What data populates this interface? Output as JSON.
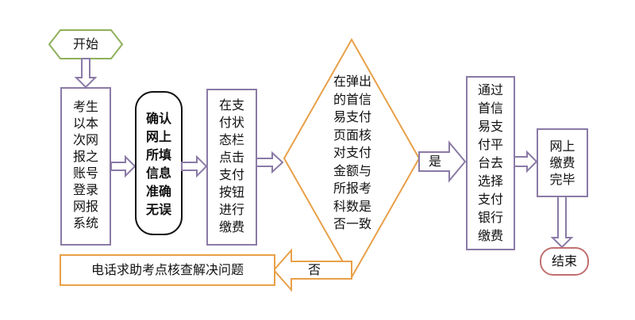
{
  "nodes": {
    "start": "开始",
    "login": "考生\n以本\n次网\n报之\n账号\n登录\n网报\n系统",
    "confirm": "确认\n网上\n所填\n信息\n准确\n无误",
    "pay_button": "在支\n付状\n态栏\n点击\n支付\n按钮\n进行\n缴费",
    "check": "在弹出\n的首信\n易支付\n页面核\n对支付\n金额与\n所报考\n科数是\n否一致",
    "bank": "通过\n首信\n易支\n付平\n台去\n选择\n支付\n银行\n缴费",
    "done": "网上\n缴费\n完毕",
    "end": "结束",
    "help": "电话求助考点核查解决问题"
  },
  "edges": {
    "yes": "是",
    "no": "否"
  },
  "colors": {
    "green": "#8fb05a",
    "purple": "#8a7aa6",
    "orange": "#e8a048",
    "red_border": "#c07070",
    "black": "#111111"
  }
}
